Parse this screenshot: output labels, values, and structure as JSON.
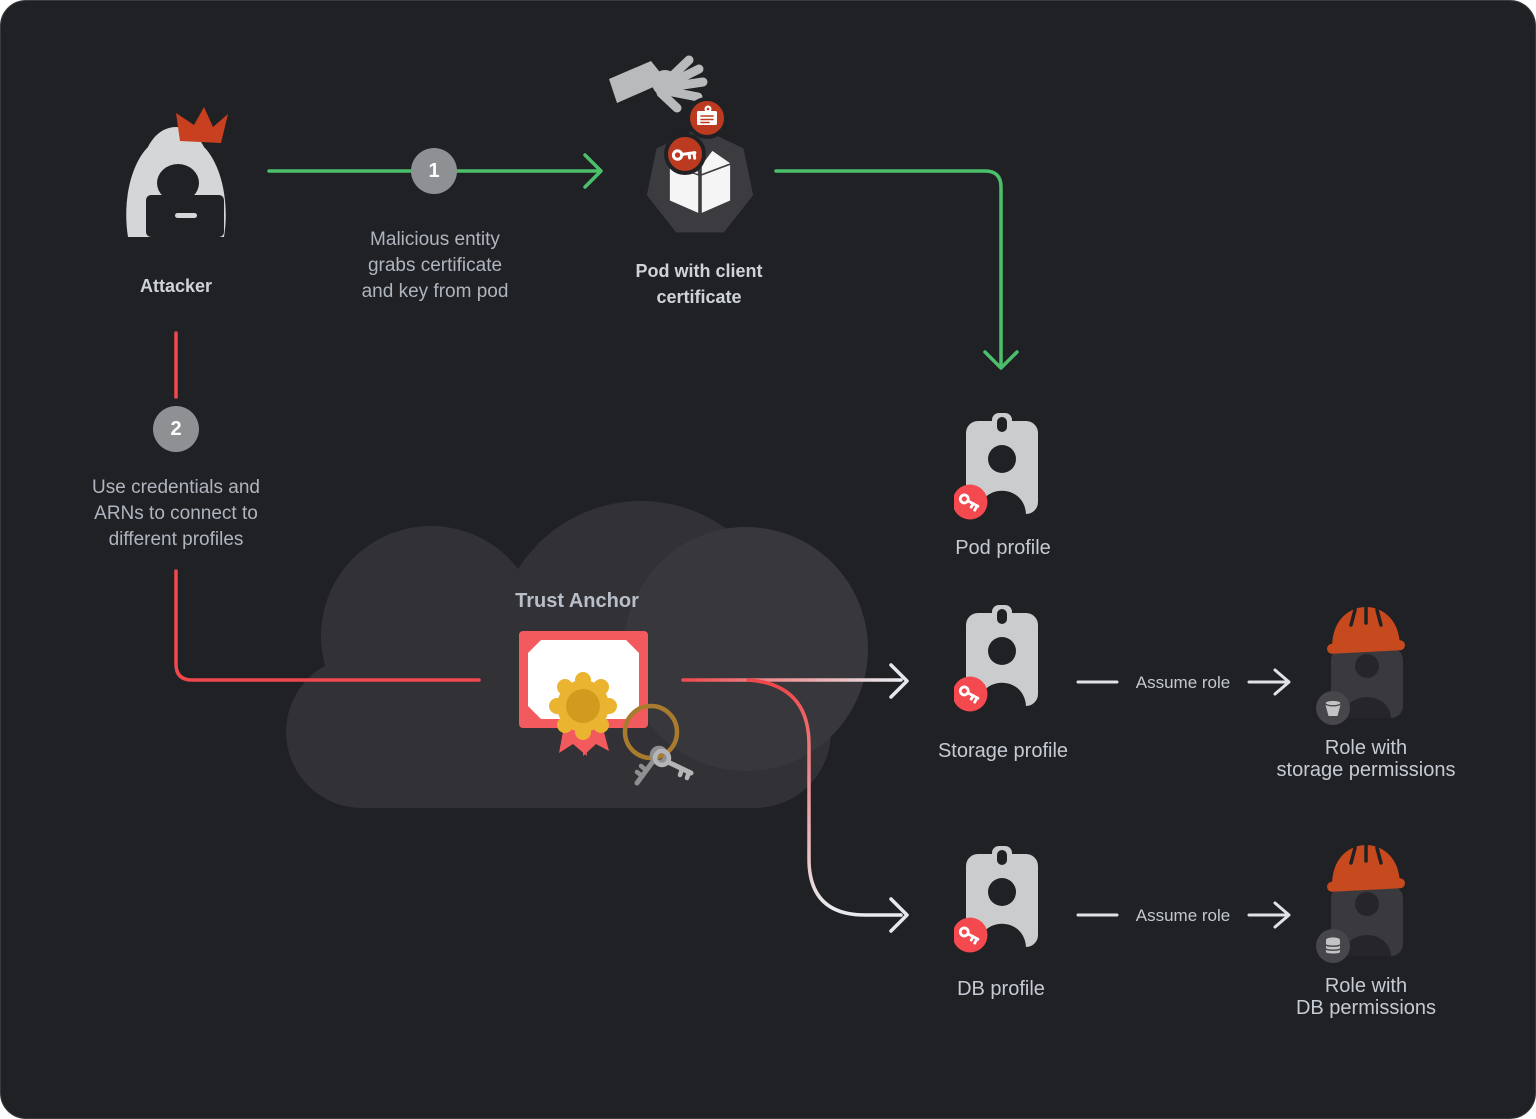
{
  "colors": {
    "background": "#202124",
    "green_arrow": "#4bbf6b",
    "red_arrow": "#f0484c",
    "step_badge_gray": "#8e9093",
    "pod_badge_orange": "#bc3a20",
    "key_badge_red": "#f4494e",
    "hard_hat_orange": "#c74a1e",
    "light_icon_gray": "#cbccce",
    "cloud_gray": "#313136",
    "certificate_red": "#f25a5e",
    "rosette_gold": "#eab430"
  },
  "nodes": {
    "attacker": {
      "label": "Attacker"
    },
    "pod": {
      "label": "Pod with client certificate"
    },
    "trust_anchor": {
      "label": "Trust Anchor"
    },
    "pod_profile": {
      "label": "Pod profile"
    },
    "storage_profile": {
      "label": "Storage profile"
    },
    "db_profile": {
      "label": "DB profile"
    },
    "role_storage": {
      "label": "Role with\nstorage permissions"
    },
    "role_db": {
      "label": "Role with\nDB permissions"
    }
  },
  "steps": {
    "step1": {
      "number": "1",
      "text": "Malicious entity grabs certificate and key from pod"
    },
    "step2": {
      "number": "2",
      "text": "Use credentials and ARNs to connect to different profiles"
    }
  },
  "edges": {
    "storage_assume": {
      "label": "Assume role"
    },
    "db_assume": {
      "label": "Assume role"
    }
  }
}
